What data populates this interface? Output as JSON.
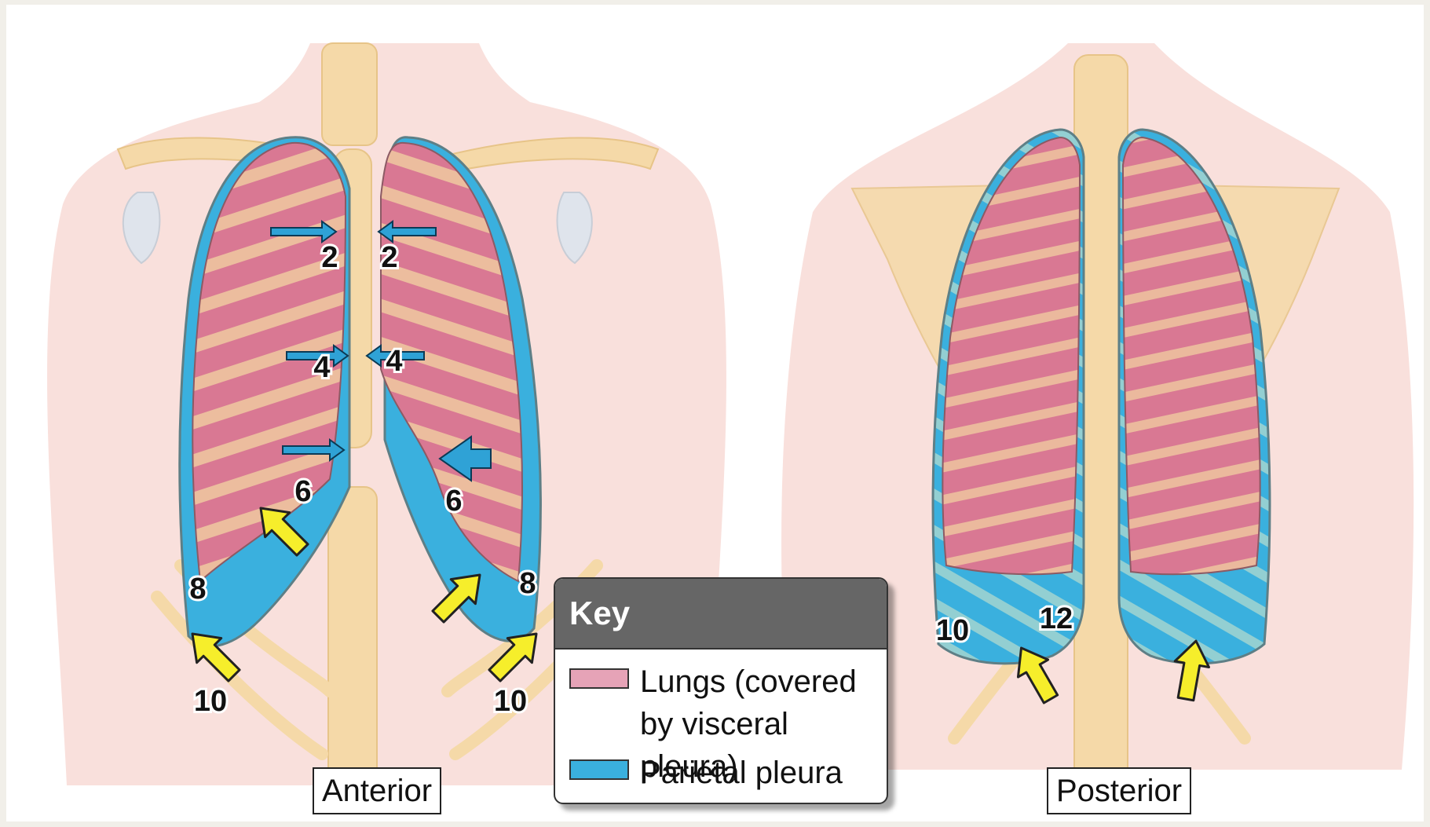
{
  "labels": {
    "anterior": "Anterior",
    "posterior": "Posterior"
  },
  "key": {
    "title": "Key",
    "items": [
      {
        "label": "Lungs (covered by visceral pleura)",
        "color": "#e6a3b7"
      },
      {
        "label": "Parietal pleura",
        "color": "#3ab0de"
      }
    ]
  },
  "anterior_numbers": [
    "2",
    "2",
    "4",
    "4",
    "6",
    "6",
    "8",
    "8",
    "10",
    "10"
  ],
  "posterior_numbers": [
    "10",
    "12"
  ],
  "colors": {
    "skin": "#f9e0dc",
    "bone": "#f5d9a8",
    "lung": "#d97893",
    "pleura": "#3ab0de",
    "arrow_blue": "#2fa2d6",
    "arrow_yellow": "#f6ee2b"
  }
}
